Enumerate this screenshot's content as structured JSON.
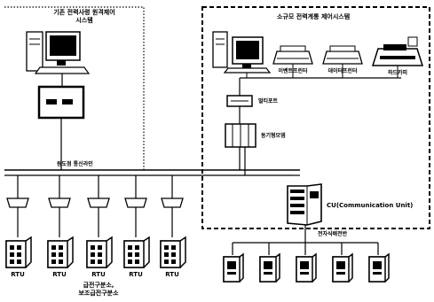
{
  "legacy_system": {
    "title_line1": "기존 전력사령 원격제어",
    "title_line2": "시스템"
  },
  "small_system": {
    "title": "소규모 전력계통 제어시스템"
  },
  "devices": {
    "event_printer": "이벤트프린터",
    "data_printer": "데이터프린터",
    "hard_copy": "하드카피",
    "multiport": "멀티포트",
    "sync_modem": "동기형모뎀",
    "cu": "CU(Communication Unit)",
    "electronic_distributor": "전자식배전반"
  },
  "comm_line": {
    "label": "원도점 통신라인"
  },
  "rtu": {
    "label": "RTU",
    "count": 5
  },
  "substation_note": {
    "line1": "급전구분소,",
    "line2": "보조급전구분소"
  }
}
